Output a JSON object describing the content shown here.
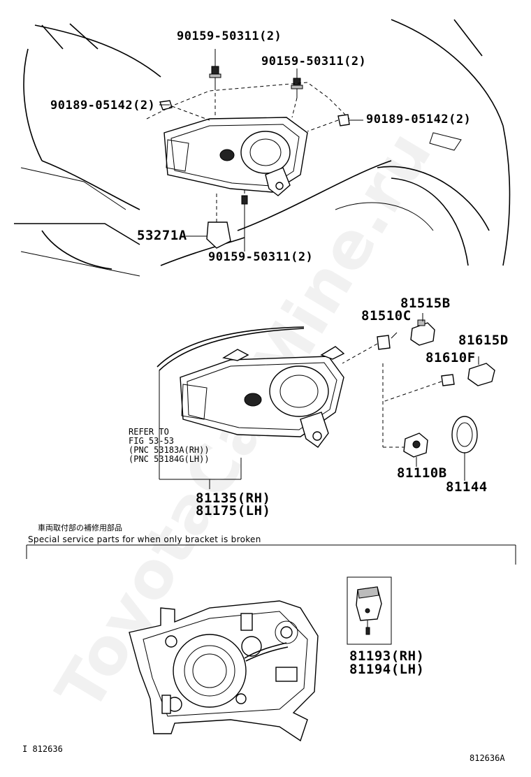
{
  "diagram": {
    "watermark": "ToyotaCarMine.ru",
    "top_section": {
      "labels": {
        "bolt_top_left": "90159-50311(2)",
        "bolt_top_right": "90159-50311(2)",
        "clip_left": "90189-05142(2)",
        "clip_right": "90189-05142(2)",
        "bracket": "53271A",
        "bolt_bottom": "90159-50311(2)"
      }
    },
    "middle_section": {
      "labels": {
        "p81515B": "81515B",
        "p81510C": "81510C",
        "p81615D": "81615D",
        "p81610F": "81610F",
        "p81110B": "81110B",
        "p81144": "81144",
        "assy_rh": "81135(RH)",
        "assy_lh": "81175(LH)"
      },
      "reference": {
        "line1": "REFER TO",
        "line2": "FIG 53-53",
        "line3": "(PNC 53183A(RH))",
        "line4": "(PNC 53184G(LH))"
      }
    },
    "bottom_section": {
      "note_jp": "車両取付部の補修用部品",
      "note_en": "Special service parts for when only bracket is broken",
      "label_rh": "81193(RH)",
      "label_lh": "81194(LH)"
    },
    "footer": {
      "code_left": "I 812636",
      "code_right": "812636A"
    }
  }
}
